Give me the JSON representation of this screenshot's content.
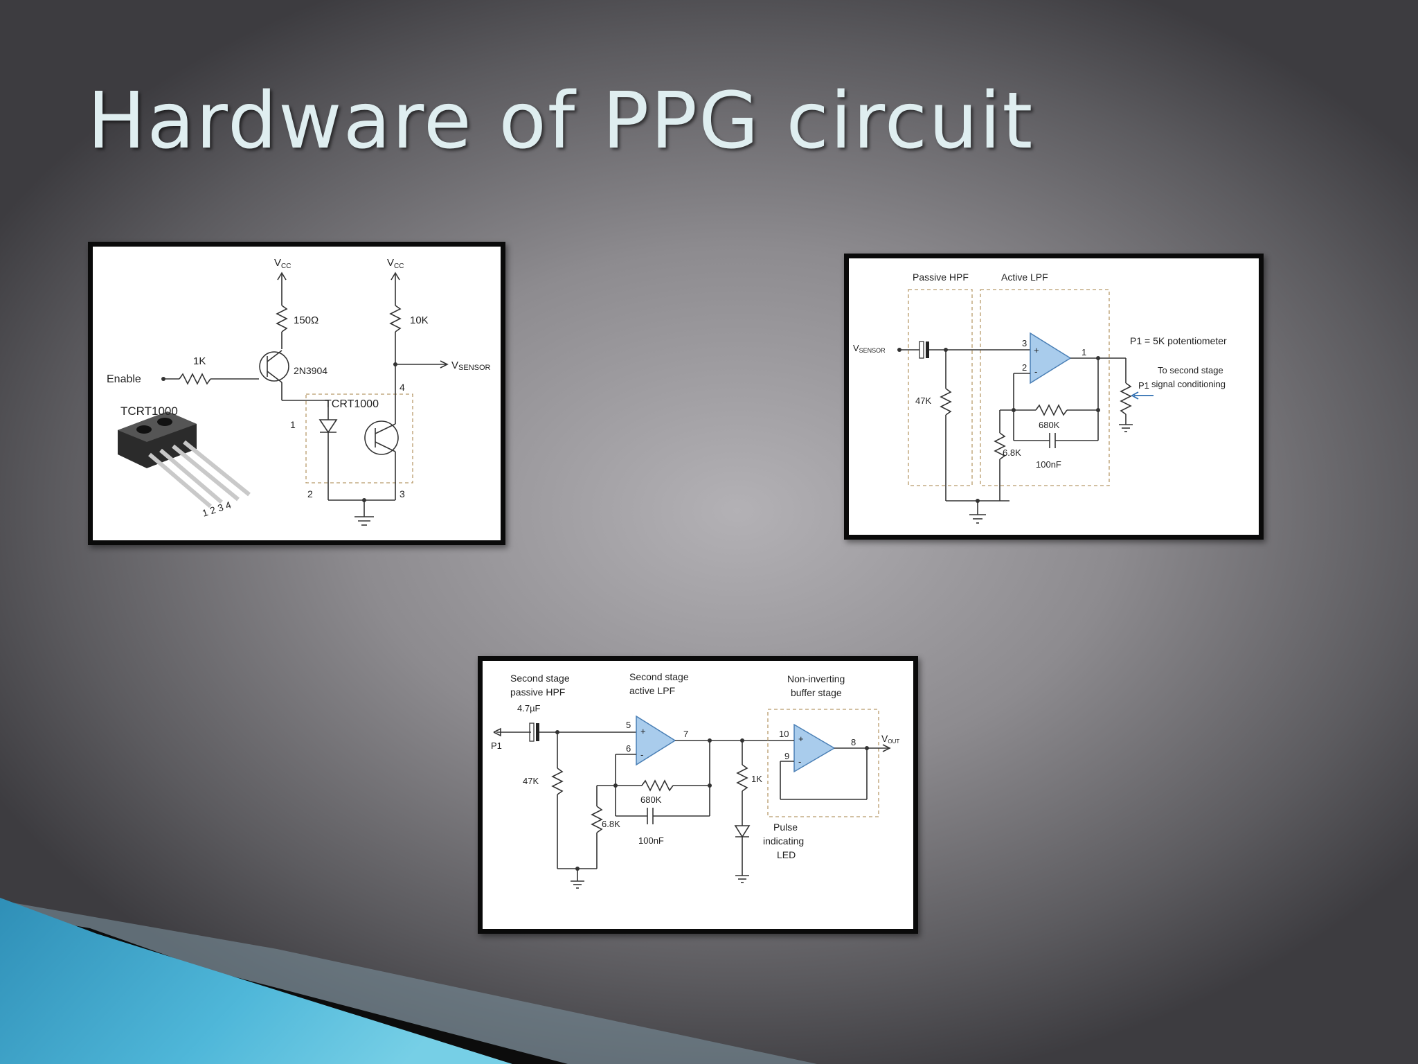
{
  "slide": {
    "title": "Hardware of PPG circuit"
  },
  "colors": {
    "title": "#dfeef0",
    "accent_blue": "#3da8cf",
    "opamp_fill": "#a9ccec",
    "box_dash": "#b89a6a"
  },
  "panel1": {
    "vcc_left": "V",
    "vcc_left_sub": "CC",
    "vcc_right": "V",
    "vcc_right_sub": "CC",
    "r_150": "150Ω",
    "r_10k": "10K",
    "r_1k": "1K",
    "transistor": "2N3904",
    "enable": "Enable",
    "vsensor": "V",
    "vsensor_sub": "SENSOR",
    "module_label": "TCRT1000",
    "part_label": "TCRT1000",
    "pin1": "1",
    "pin2": "2",
    "pin3": "3",
    "pin4": "4",
    "leg_numbers": "1 2 3 4"
  },
  "panel2": {
    "passive_hpf": "Passive HPF",
    "active_lpf": "Active LPF",
    "vsensor": "V",
    "vsensor_sub": "SENSOR",
    "r_47k": "47K",
    "r_680k": "680K",
    "r_68k": "6.8K",
    "c_100nf": "100nF",
    "pin3": "3",
    "pin2": "2",
    "pin1": "1",
    "p1_note": "P1 = 5K potentiometer",
    "p1": "P1",
    "to_second_1": "To second stage",
    "to_second_2": "signal conditioning"
  },
  "panel3": {
    "hpf_1": "Second stage",
    "hpf_2": "passive HPF",
    "lpf_1": "Second stage",
    "lpf_2": "active LPF",
    "buf_1": "Non-inverting",
    "buf_2": "buffer stage",
    "c_47uf": "4.7µF",
    "p1": "P1",
    "r_47k": "47K",
    "r_680k": "680K",
    "r_68k": "6.8K",
    "c_100nf": "100nF",
    "r_1k": "1K",
    "pin5": "5",
    "pin6": "6",
    "pin7": "7",
    "pin10": "10",
    "pin9": "9",
    "pin8": "8",
    "vout": "V",
    "vout_sub": "OUT",
    "led_1": "Pulse",
    "led_2": "indicating",
    "led_3": "LED"
  }
}
